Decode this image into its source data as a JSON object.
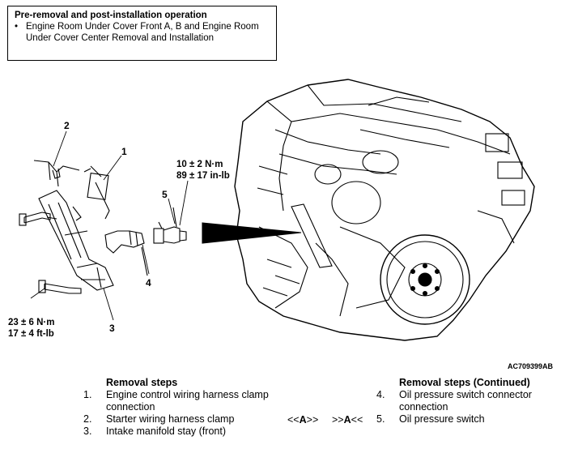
{
  "preop": {
    "title": "Pre-removal and post-installation operation",
    "bullet": "•",
    "item": "Engine Room Under Cover Front A, B and Engine Room Under Cover Center Removal and Installation"
  },
  "callouts": {
    "c1": "1",
    "c2": "2",
    "c3": "3",
    "c4": "4",
    "c5": "5"
  },
  "torque": {
    "t1_nm": "10 ± 2 N·m",
    "t1_ftlb": "89 ± 17 in-lb",
    "t2_nm": "23 ± 6 N·m",
    "t2_ftlb": "17 ± 4 ft-lb"
  },
  "figure_code": "AC709399AB",
  "removal": {
    "heading": "Removal steps",
    "steps": [
      {
        "num": "1.",
        "text": "Engine control wiring harness clamp connection"
      },
      {
        "num": "2.",
        "text": "Starter wiring harness clamp"
      },
      {
        "num": "3.",
        "text": "Intake manifold stay (front)"
      }
    ]
  },
  "removal_cont": {
    "heading": "Removal steps (Continued)",
    "steps": [
      {
        "num": "4.",
        "text": "Oil pressure switch connector connection"
      },
      {
        "num": "5.",
        "text": "Oil pressure switch"
      }
    ]
  },
  "refmarks": {
    "left_pre": "<<",
    "left_mark": "A",
    "left_post": ">>",
    "right_pre": ">>",
    "right_mark": "A",
    "right_post": "<<"
  }
}
